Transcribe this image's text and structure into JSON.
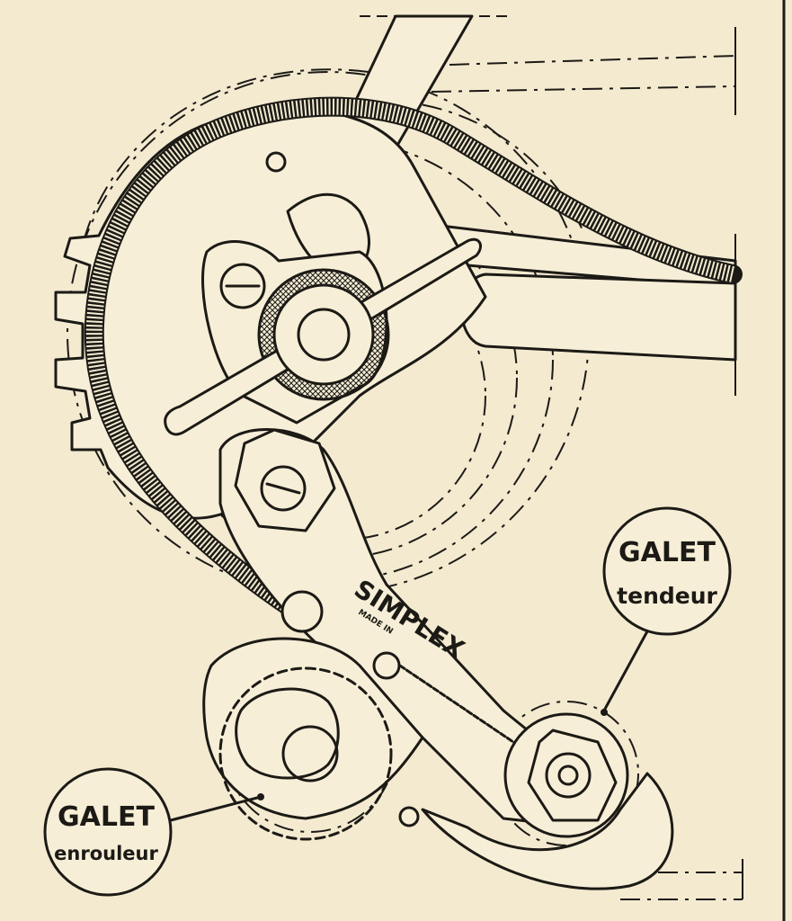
{
  "labels": {
    "tendeur": {
      "line1": "GALET",
      "line2": "tendeur"
    },
    "enrouleur": {
      "line1": "GALET",
      "line2": "enrouleur"
    }
  },
  "brand": {
    "name": "SIMPLEX",
    "small": "MADE IN"
  },
  "colors": {
    "paper": "#f3ead0",
    "ink": "#1c1a16"
  }
}
